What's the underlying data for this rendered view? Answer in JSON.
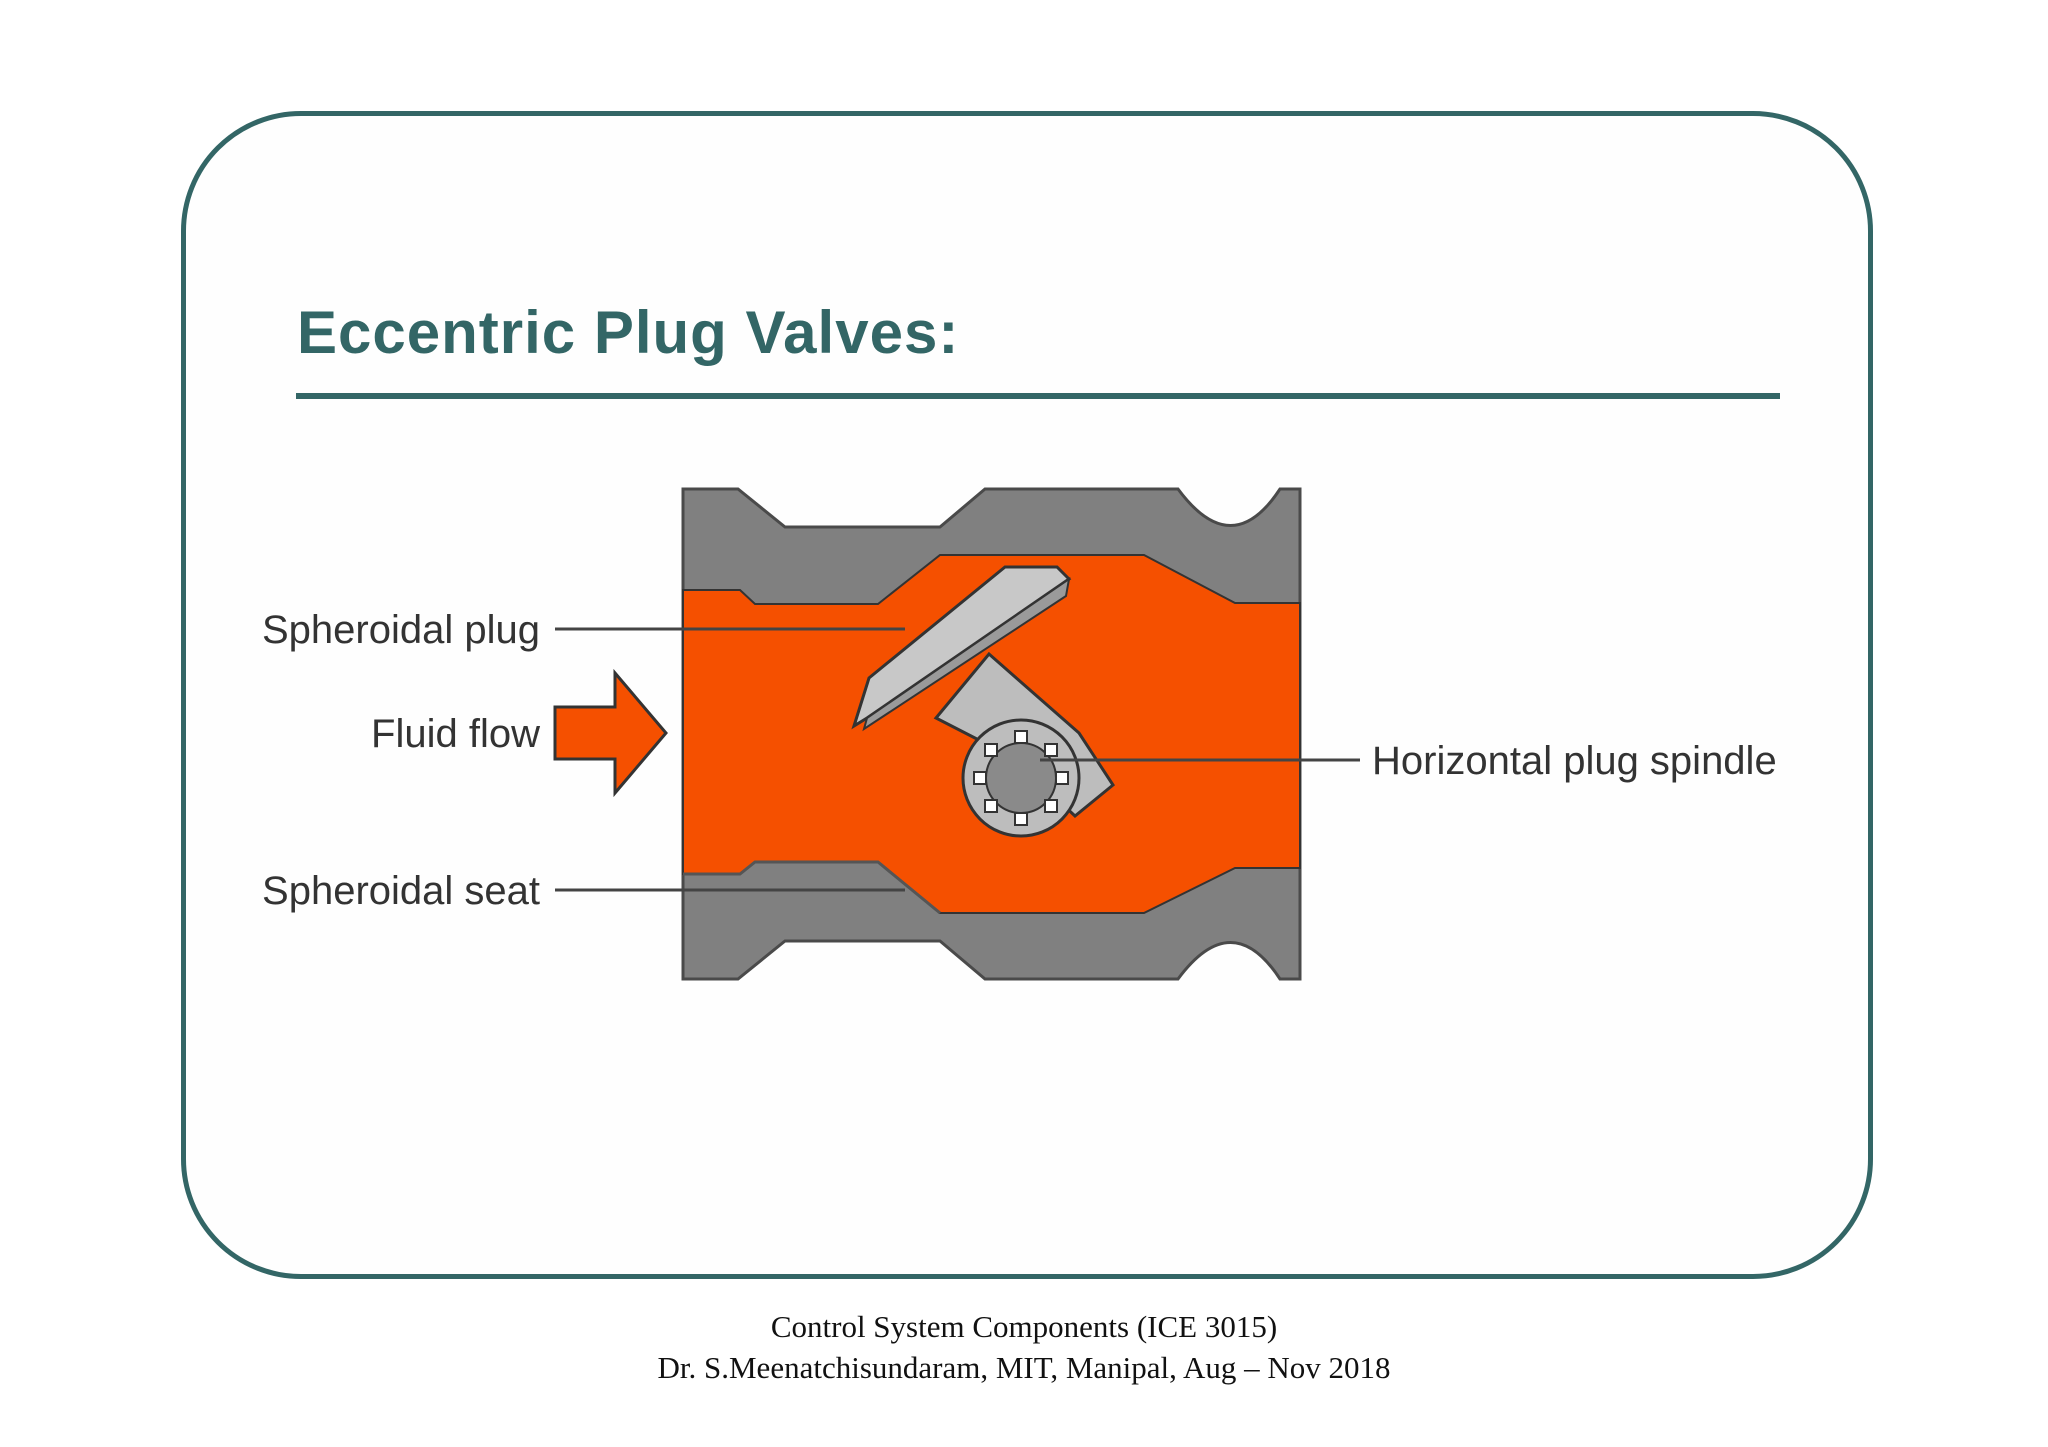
{
  "slide": {
    "title": "Eccentric Plug Valves:"
  },
  "diagram": {
    "labels": {
      "spheroidal_plug": "Spheroidal plug",
      "fluid_flow": "Fluid flow",
      "spheroidal_seat": "Spheroidal seat",
      "horizontal_plug_spindle": "Horizontal plug spindle"
    },
    "colors": {
      "fluid": "#f55000",
      "body": "#808080",
      "plug": "#c8c8c8",
      "frame": "#336666"
    }
  },
  "footer": {
    "line1": "Control System Components (ICE 3015)",
    "line2": "Dr. S.Meenatchisundaram, MIT, Manipal, Aug – Nov 2018"
  }
}
